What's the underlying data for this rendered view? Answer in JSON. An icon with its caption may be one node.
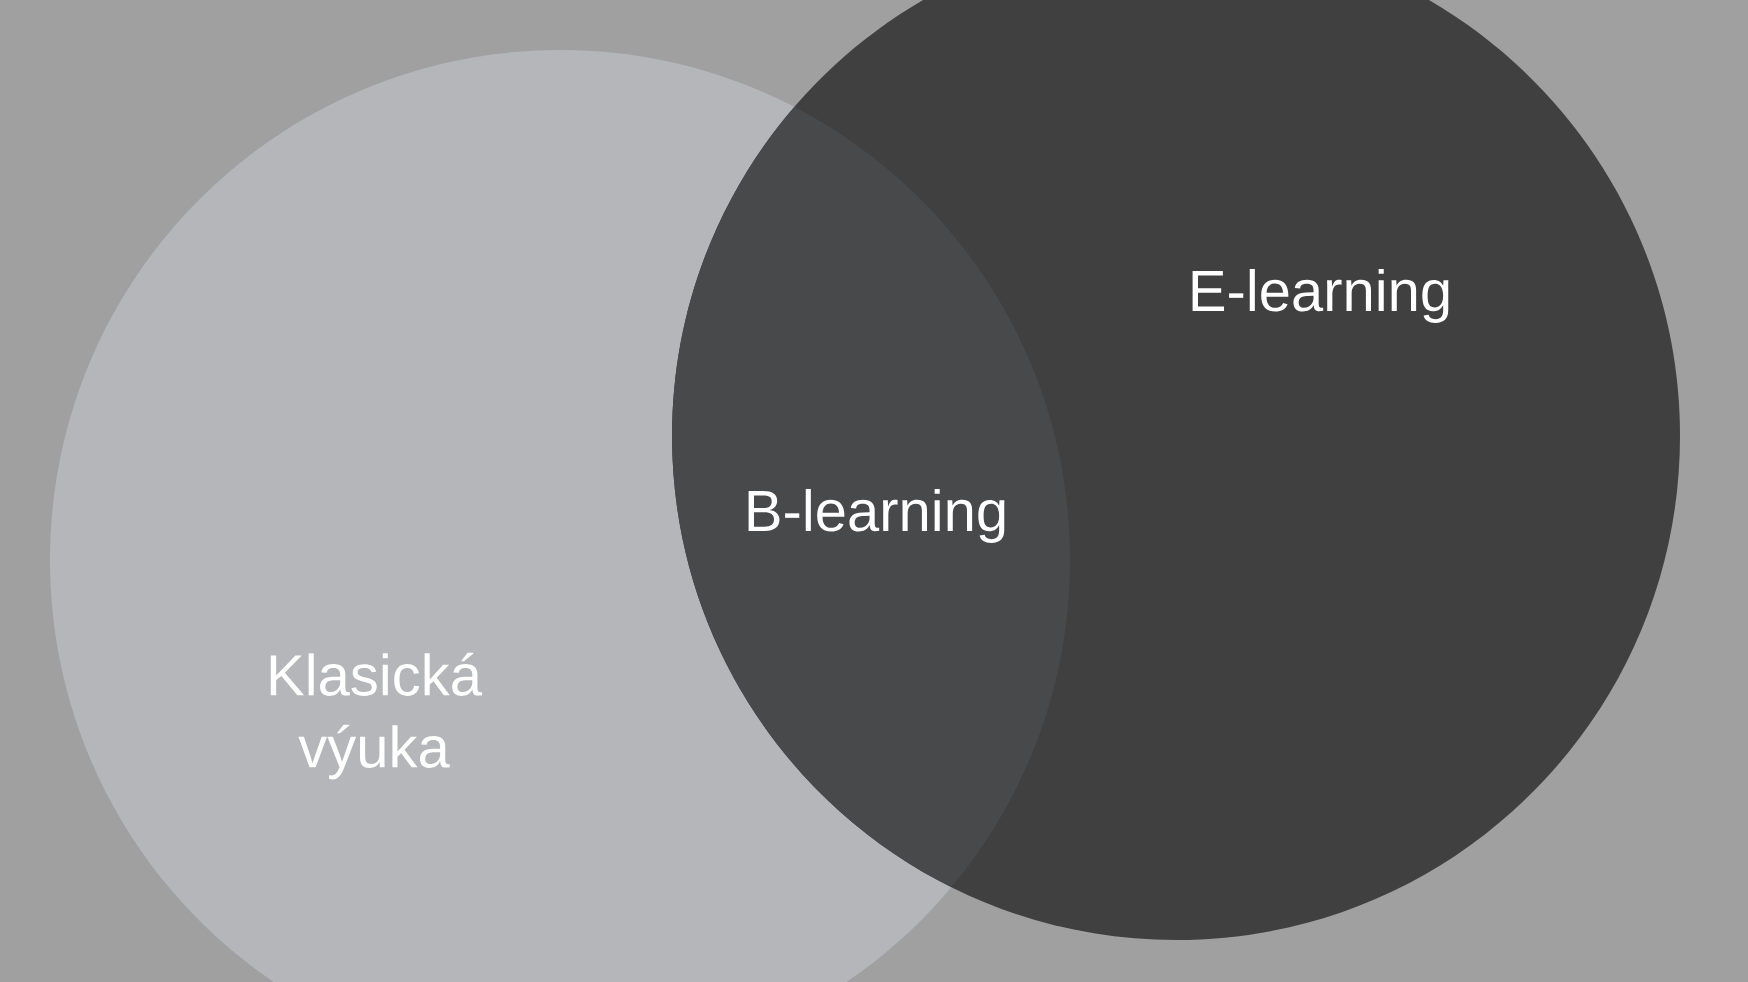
{
  "diagram": {
    "nodes": [
      {
        "text": [
          "Klasická výuka"
        ]
      },
      {
        "text": [
          "E-learning"
        ]
      },
      {
        "text": [
          "B-learning"
        ]
      }
    ]
  }
}
